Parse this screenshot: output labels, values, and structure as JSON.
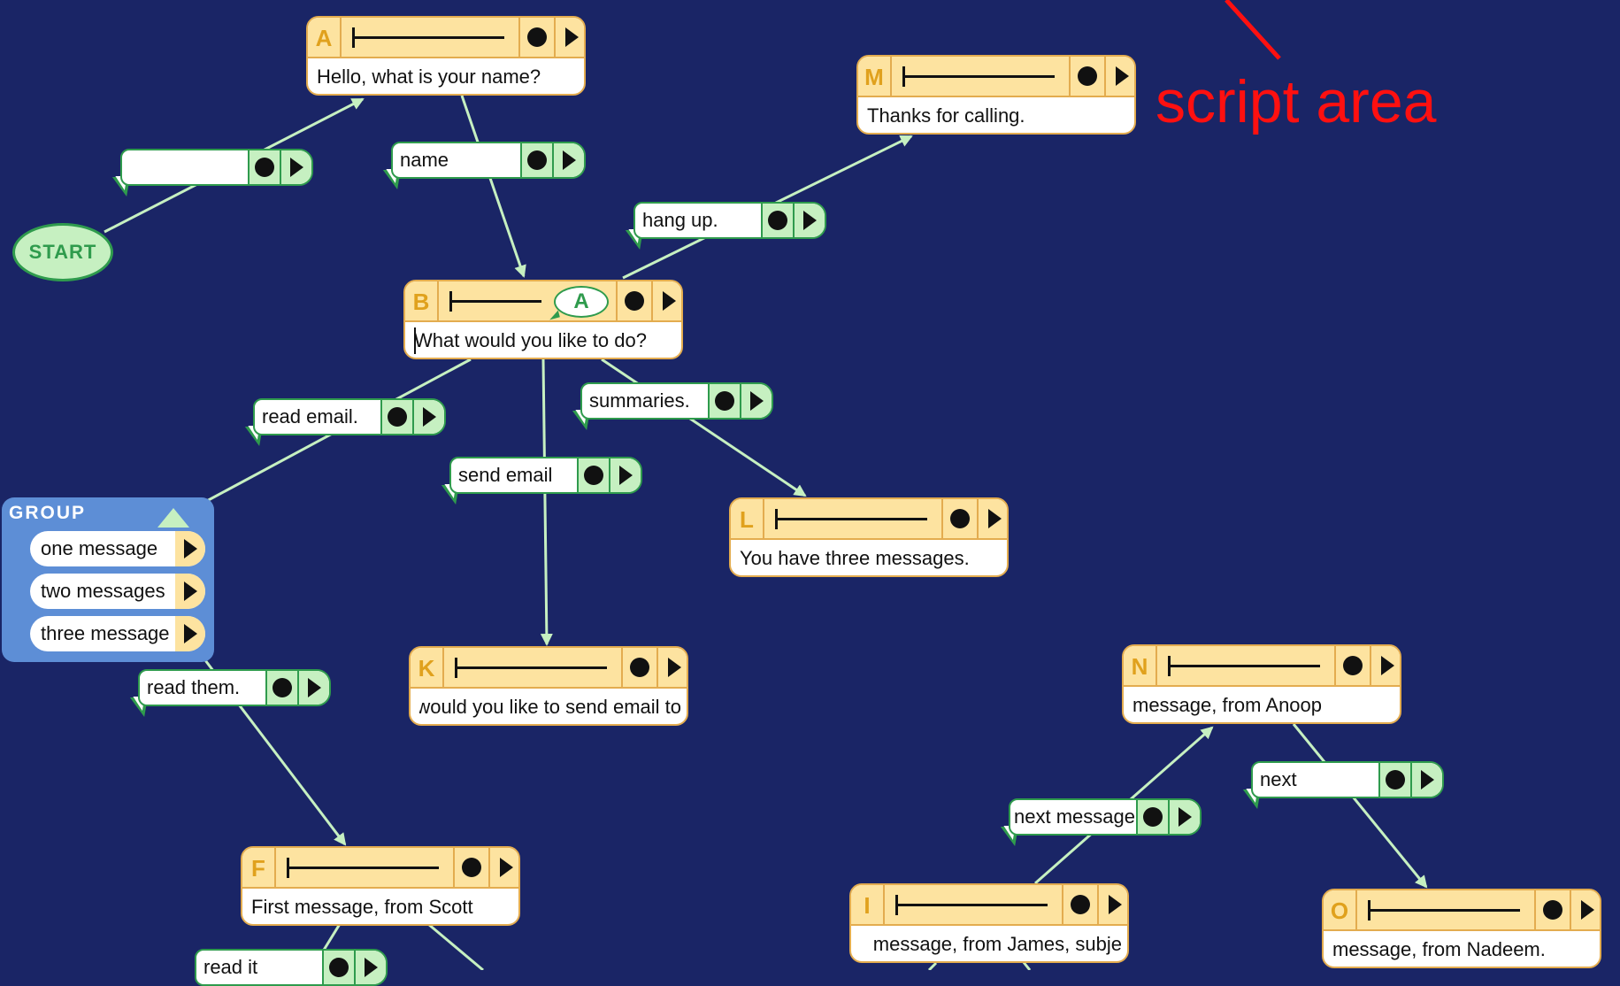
{
  "annotation": {
    "text": "script area",
    "color": "#ff1010"
  },
  "start": {
    "label": "START"
  },
  "nodes": {
    "A": {
      "letter": "A",
      "text": "Hello, what is your name?"
    },
    "B": {
      "letter": "B",
      "text": "What would you like to do?",
      "bubble": "A"
    },
    "F": {
      "letter": "F",
      "text": "First message, from Scott"
    },
    "I": {
      "letter": "I",
      "text": "message, from James, subje"
    },
    "K": {
      "letter": "K",
      "text": "would you like to send email to?"
    },
    "L": {
      "letter": "L",
      "text": "You have three messages."
    },
    "M": {
      "letter": "M",
      "text": "Thanks for calling."
    },
    "N": {
      "letter": "N",
      "text": "message, from Anoop"
    },
    "O": {
      "letter": "O",
      "text": "message, from Nadeem."
    }
  },
  "responses": {
    "empty": "",
    "name": "name",
    "hang_up": "hang up.",
    "read_email": "read email.",
    "summaries": "summaries.",
    "send_email": "send email",
    "read_them": "read them.",
    "read_it": "read it",
    "next_message": "next message",
    "next": "next"
  },
  "group": {
    "title": "GROUP",
    "items": [
      "one message",
      "two messages",
      "three messages"
    ]
  },
  "colors": {
    "background": "#1a2566",
    "node_header": "#fde3a0",
    "node_border": "#e3ac4f",
    "response_border": "#2f9b4d",
    "response_button": "#c6f0c1",
    "wire": "#c6f0c1",
    "group": "#5d8ed6"
  }
}
